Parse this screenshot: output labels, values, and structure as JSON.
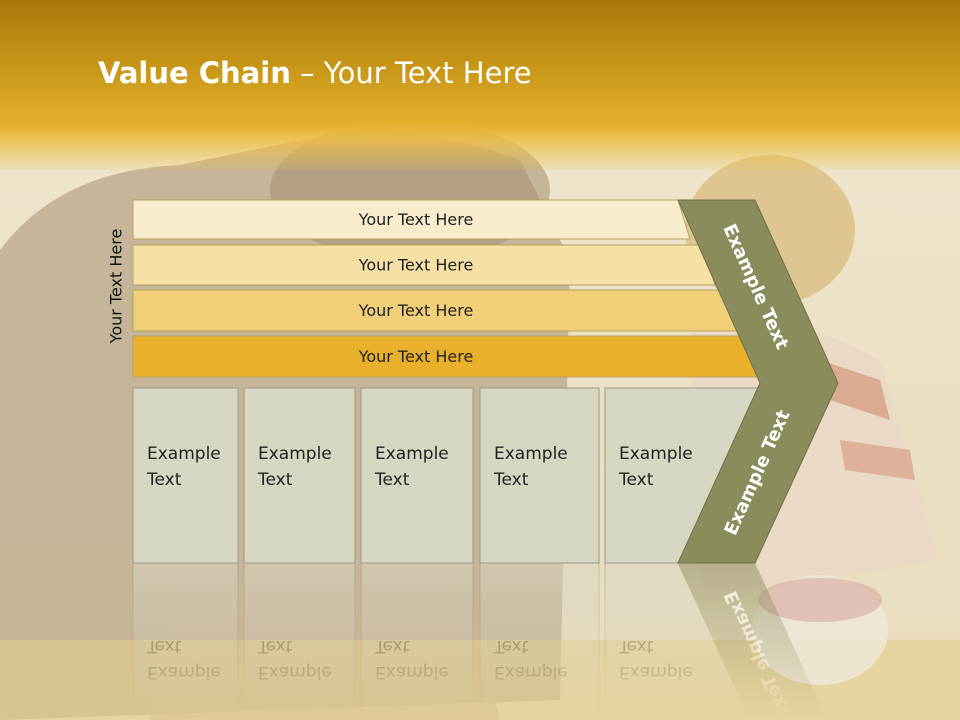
{
  "slide": {
    "title_bold": "Value Chain",
    "title_rest": " – Your Text Here",
    "side_label": "Your Text Here"
  },
  "rows": [
    {
      "label": "Your Text Here",
      "color": "#f7edcc"
    },
    {
      "label": "Your Text Here",
      "color": "#f5e1a5"
    },
    {
      "label": "Your Text Here",
      "color": "#f1cf78"
    },
    {
      "label": "Your Text Here",
      "color": "#e9b02c"
    }
  ],
  "columns": [
    {
      "line1": "Example",
      "line2": "Text"
    },
    {
      "line1": "Example",
      "line2": "Text"
    },
    {
      "line1": "Example",
      "line2": "Text"
    },
    {
      "line1": "Example",
      "line2": "Text"
    },
    {
      "line1": "Example",
      "line2": "Text"
    }
  ],
  "chevron": {
    "upper_text": "Example Text",
    "lower_text": "Example Text",
    "color": "#8a8c5c"
  },
  "colors": {
    "header": "#c99818",
    "column_fill": "#d6d6c2",
    "column_stroke": "#9a9a88"
  }
}
